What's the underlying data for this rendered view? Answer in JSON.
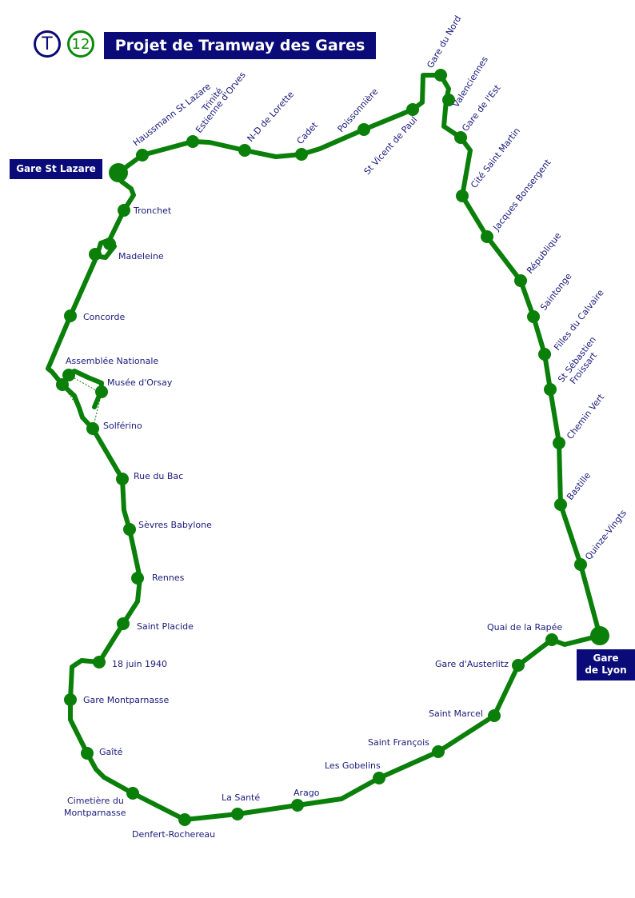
{
  "header": {
    "badge_mode": "T",
    "badge_line": "12",
    "title": "Projet de Tramway des Gares"
  },
  "colors": {
    "line": "#0a7f0a",
    "station": "#0a7f0a",
    "label": "#1a1a7a",
    "terminus_bg": "#0a0a78"
  },
  "termini": {
    "lazare": "Gare St Lazare",
    "lyon_line1": "Gare",
    "lyon_line2": "de Lyon"
  },
  "stations": {
    "hausmann": "Haussmann St Lazare",
    "trinite": "Trinité",
    "orves": "Estienne d'Orves",
    "lorette": "N-D de Lorette",
    "cadet": "Cadet",
    "poissonniere": "Poissonnière",
    "stvincent": "St Vicent de Paul",
    "nord": "Gare du Nord",
    "valenciennes": "Valenciennes",
    "est": "Gare de l'Est",
    "citemartin": "Cité Saint Martin",
    "bonsergent": "Jacques Bonsergent",
    "republique": "République",
    "saintonge": "Saintonge",
    "calvaire": "Filles du Calvaire",
    "sebastien_1": "St Sébastien",
    "sebastien_2": "Froissart",
    "cheminvert": "Chemin Vert",
    "bastille": "Bastille",
    "quinzevingts": "Quinze-Vingts",
    "rapee": "Quai de la Rapée",
    "austerlitz": "Gare d'Austerlitz",
    "saintmarcel": "Saint Marcel",
    "saintfrancois": "Saint François",
    "gobelins": "Les Gobelins",
    "arago": "Arago",
    "sante": "La Santé",
    "denfert": "Denfert-Rochereau",
    "cimetiere_1": "Cimetière du",
    "cimetiere_2": "Montparnasse",
    "gaite": "Gaîté",
    "montparnasse": "Gare Montparnasse",
    "juin": "18 juin 1940",
    "placide": "Saint Placide",
    "rennes": "Rennes",
    "sevres": "Sèvres Babylone",
    "bac": "Rue du Bac",
    "solferino": "Solférino",
    "orsay": "Musée d'Orsay",
    "assemblee": "Assemblée Nationale",
    "concorde": "Concorde",
    "madeleine": "Madeleine",
    "tronchet": "Tronchet"
  }
}
